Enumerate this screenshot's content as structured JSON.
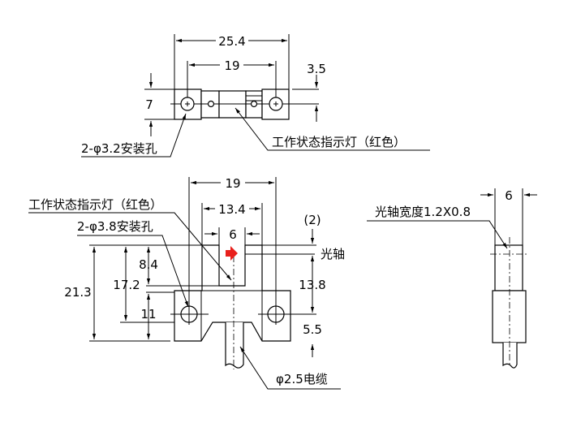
{
  "top_view": {
    "dim_overall": "25.4",
    "dim_hole_pitch": "19",
    "dim_height": "7",
    "dim_offset": "3.5",
    "label_holes": "2-φ3.2安装孔",
    "label_indicator": "工作状态指示灯（红色）"
  },
  "front_view": {
    "dim_hole_pitch": "19",
    "dim_inner": "13.4",
    "dim_slot": "6",
    "dim_total_height": "21.3",
    "dim_body_height": "17.2",
    "dim_slot_depth": "8.4",
    "dim_base": "11",
    "dim_axis_top": "(2)",
    "dim_axis_hole": "13.8",
    "dim_hole_bottom": "5.5",
    "label_indicator": "工作状态指示灯（红色）",
    "label_holes": "2-φ3.8安装孔",
    "label_axis": "光轴",
    "label_cable": "φ2.5电缆",
    "indicator_color": "#e8201c"
  },
  "side_view": {
    "dim_width": "6",
    "label_axis_width": "光轴宽度1.2X0.8"
  }
}
